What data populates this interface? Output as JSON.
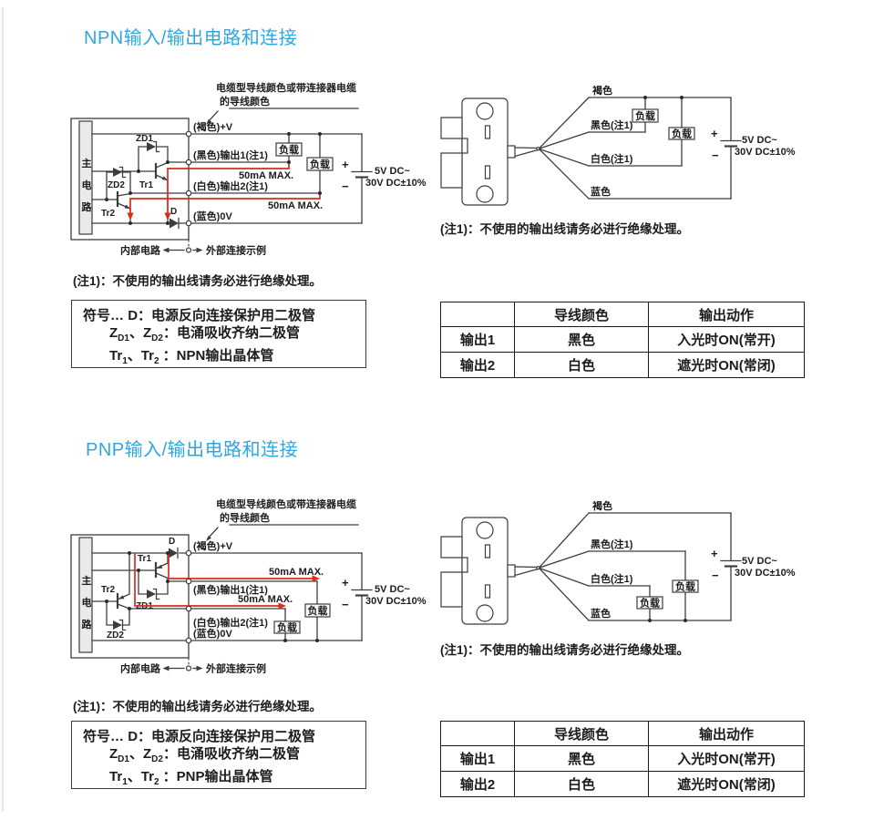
{
  "page": {
    "background": "#ffffff",
    "accent": "#2ea7e0",
    "line_color": "#3d3d3d",
    "highlight_red": "#dd2b1c"
  },
  "titles": {
    "npn": "NPN输入/输出电路和连接",
    "pnp": "PNP输入/输出电路和连接"
  },
  "note": "(注1)：不使用的输出线请务必进行绝缘处理。",
  "circuit": {
    "cable_note1": "电缆型导线颜色或带连接器电缆",
    "cable_note2": "的导线颜色",
    "main_circuit": "主电路",
    "term_brown": "(褐色)+V",
    "term_black": "(黑色)输出1(注1)",
    "term_white": "(白色)输出2(注1)",
    "term_blue": "(蓝色)0V",
    "load": "负载",
    "current": "50mA MAX.",
    "internal": "内部电路",
    "external": "外部连接示例",
    "supply1": "5V DC~",
    "supply2": "30V DC±10%",
    "plus": "+",
    "minus": "−",
    "d": "D",
    "zd1": "ZD1",
    "zd2": "ZD2",
    "tr1": "Tr1",
    "tr2": "Tr2"
  },
  "wires": {
    "brown": "褐色",
    "black": "黑色(注1)",
    "white": "白色(注1)",
    "blue": "蓝色"
  },
  "legend": {
    "symbol": "符号…",
    "d_line": "D：电源反向连接保护用二极管",
    "z": "Z",
    "d1": "D1",
    "z2": "、Z",
    "d2": "D2",
    "zd_desc": "：电涌吸收齐纳二极管",
    "tr": "Tr",
    "t1": "1",
    "tr2": "、Tr",
    "t2": "2",
    "colon": " ：",
    "npn_desc": "NPN输出晶体管",
    "pnp_desc": "PNP输出晶体管"
  },
  "table": {
    "h0": "",
    "h1": "导线颜色",
    "h2": "输出动作",
    "r1c0": "输出1",
    "r1c1": "黑色",
    "r1c2": "入光时ON(常开)",
    "r2c0": "输出2",
    "r2c1": "白色",
    "r2c2": "遮光时ON(常闭)"
  }
}
